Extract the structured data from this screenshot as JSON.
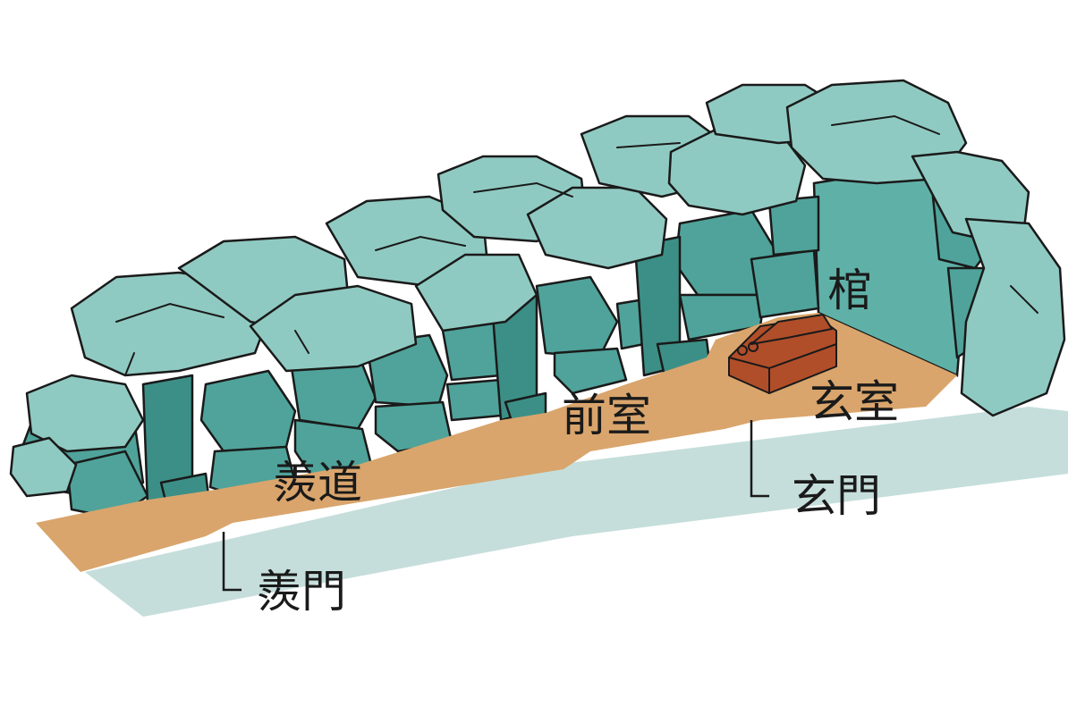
{
  "labels": {
    "coffin": "棺",
    "genshitsu": "玄室",
    "zenshitsu": "前室",
    "sendo": "羨道",
    "genmon": "玄門",
    "senmon": "羨門"
  },
  "colors": {
    "capstone": "#8fcac2",
    "wall_stone": "#4fa39a",
    "floor": "#d9a56c",
    "base": "#c5dedb",
    "coffin": "#b04e2a",
    "outline": "#1a1a1a"
  }
}
